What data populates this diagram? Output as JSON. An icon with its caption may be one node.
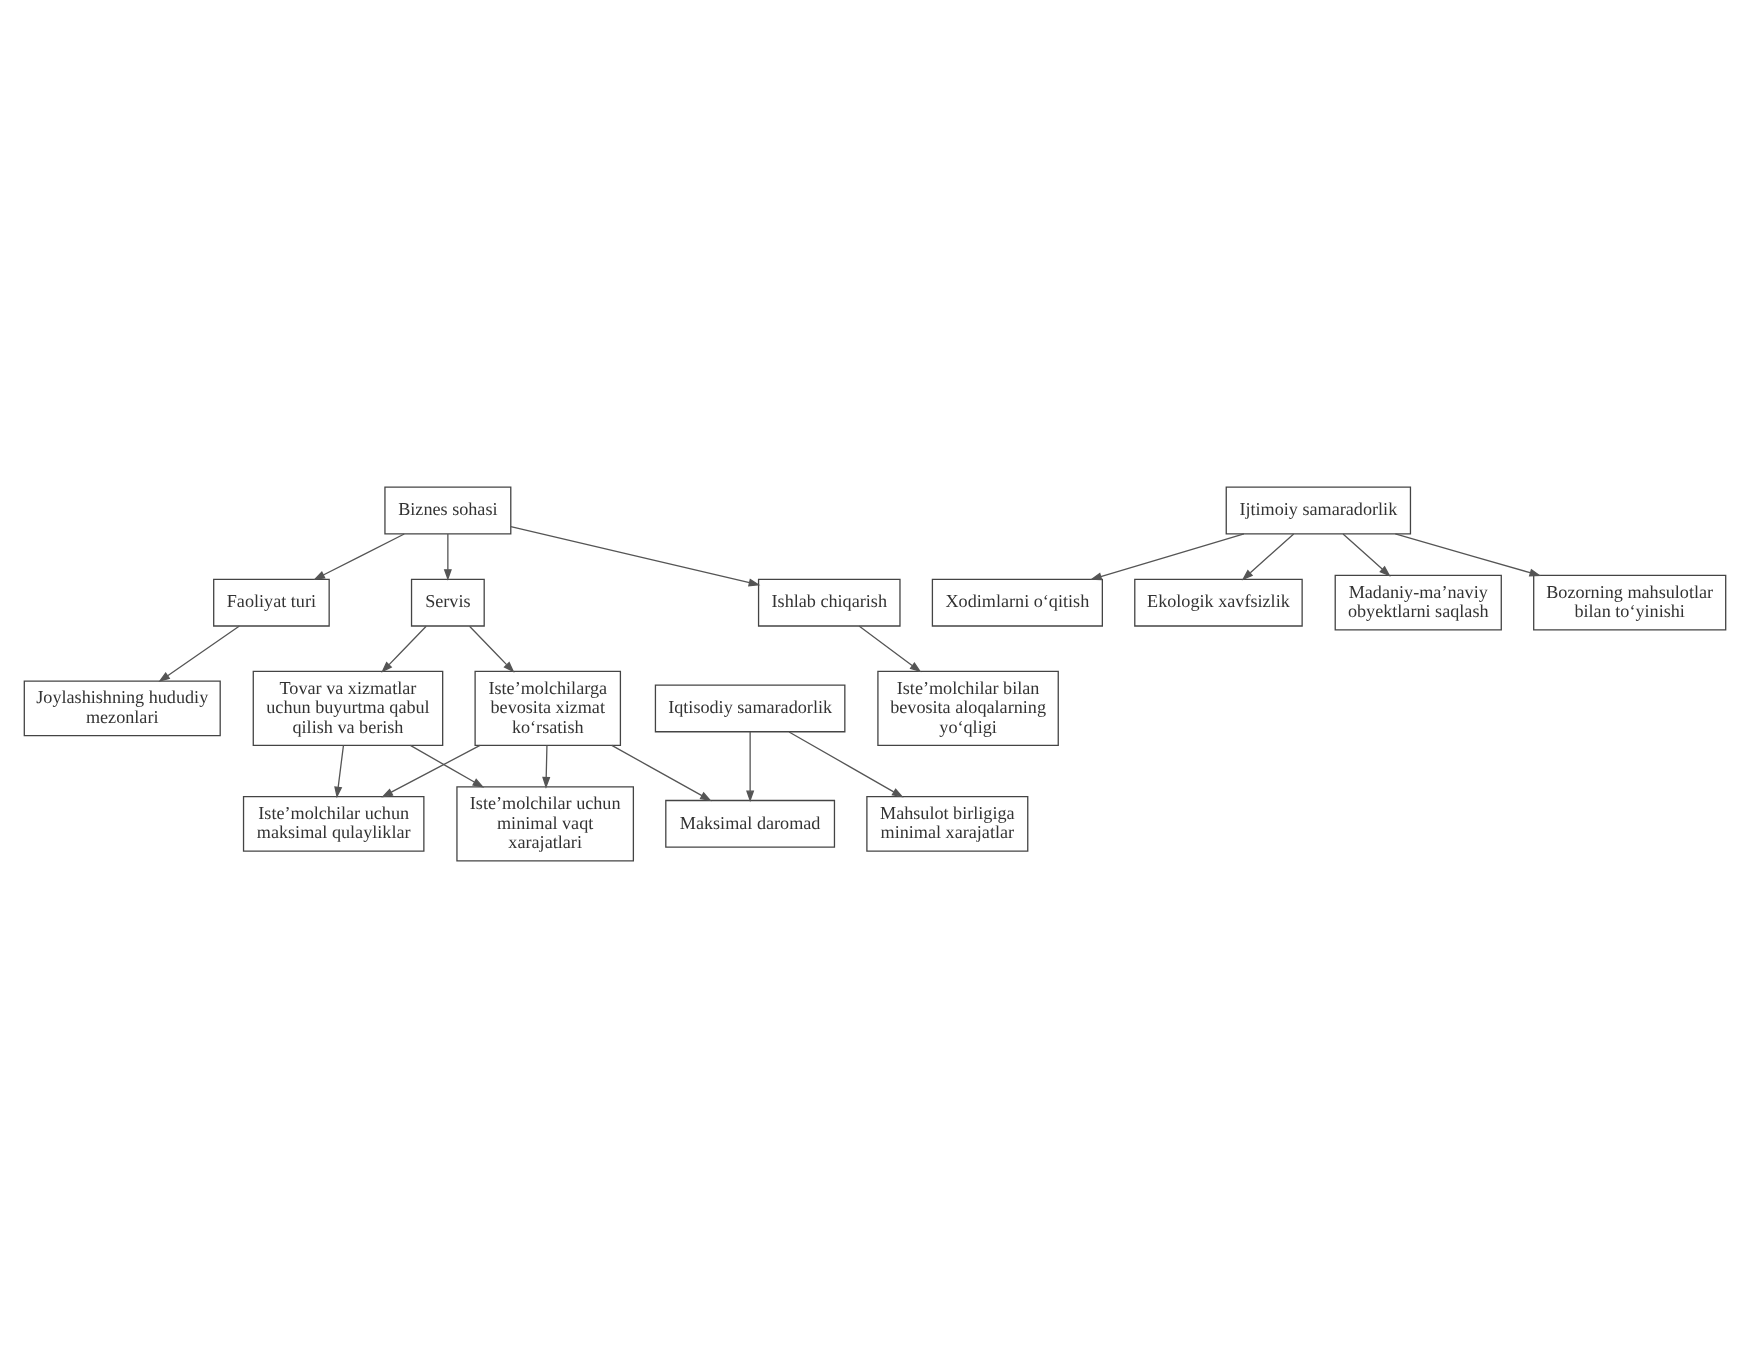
{
  "diagram": {
    "nodes": [
      {
        "text": [
          "Biznes sohasi"
        ]
      },
      {
        "text": [
          "Faoliyat turi"
        ]
      },
      {
        "text": [
          "Servis"
        ]
      },
      {
        "text": [
          "Ishlab chiqarish"
        ]
      },
      {
        "text": [
          "Tovar va xizmatlar uchun buyurtma qabul qilish va berish"
        ]
      },
      {
        "text": [
          "Iste’molchilarga bevosita xizmat ko‘rsatish"
        ]
      },
      {
        "text": [
          "Iste’molchilar bilan bevosita aloqalarning yo‘qligi"
        ]
      },
      {
        "text": [
          "Joylashishning hududiy mezonlari"
        ]
      },
      {
        "text": [
          "Iste’molchilar uchun maksimal qulayliklar"
        ]
      },
      {
        "text": [
          "Maksimal daromad"
        ]
      },
      {
        "text": [
          "Iqtisodiy samaradorlik"
        ]
      },
      {
        "text": [
          "Mahsulot birligiga minimal xarajatlar"
        ]
      },
      {
        "text": [
          "Ijtimoiy samaradorlik"
        ]
      },
      {
        "text": [
          "Iste’molchilar uchun minimal vaqt xarajatlari"
        ]
      },
      {
        "text": [
          "Xodimlarni o‘qitish"
        ]
      },
      {
        "text": [
          "Ekologik xavfsizlik"
        ]
      },
      {
        "text": [
          "Madaniy-ma’naviy obyektlarni saqlash"
        ]
      },
      {
        "text": [
          "Bozorning mahsulotlar bilan to‘yinishi"
        ]
      }
    ],
    "edges": [
      {
        "from": 0,
        "to": 1,
        "arrow": "to"
      },
      {
        "from": 0,
        "to": 2,
        "arrow": "to"
      },
      {
        "from": 0,
        "to": 3,
        "arrow": "to"
      },
      {
        "from": 1,
        "to": 7,
        "arrow": "to"
      },
      {
        "from": 2,
        "to": 4,
        "arrow": "to"
      },
      {
        "from": 2,
        "to": 5,
        "arrow": "to"
      },
      {
        "from": 3,
        "to": 6,
        "arrow": "to"
      },
      {
        "from": 4,
        "to": 8,
        "arrow": "to"
      },
      {
        "from": 4,
        "to": 13,
        "arrow": "to"
      },
      {
        "from": 5,
        "to": 8,
        "arrow": "to"
      },
      {
        "from": 5,
        "to": 9,
        "arrow": "to"
      },
      {
        "from": 5,
        "to": 13,
        "arrow": "to"
      },
      {
        "from": 10,
        "to": 9,
        "arrow": "to"
      },
      {
        "from": 10,
        "to": 11,
        "arrow": "to"
      },
      {
        "from": 12,
        "to": 14,
        "arrow": "to"
      },
      {
        "from": 12,
        "to": 15,
        "arrow": "to"
      },
      {
        "from": 12,
        "to": 16,
        "arrow": "to"
      },
      {
        "from": 12,
        "to": 17,
        "arrow": "to"
      }
    ]
  }
}
